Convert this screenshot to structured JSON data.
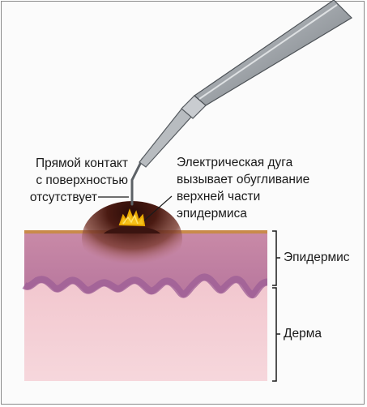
{
  "labels": {
    "no_contact": [
      "Прямой контакт",
      "с поверхностью",
      "отсутствует"
    ],
    "arc": [
      "Электрическая дуга",
      "вызывает обугливание",
      "верхней части",
      "эпидермиса"
    ],
    "epidermis": "Эпидермис",
    "dermis": "Дерма"
  },
  "colors": {
    "dermis": "#f2c8cf",
    "epidermis": "#cf8fae",
    "basal_layer": "#a4689c",
    "surface_line": "#c98a4a",
    "char": "#3a1410",
    "spark": "#f2b400",
    "electrode_metal": "#a9adb2"
  },
  "icons": [
    "electrode-icon",
    "spark-icon"
  ]
}
